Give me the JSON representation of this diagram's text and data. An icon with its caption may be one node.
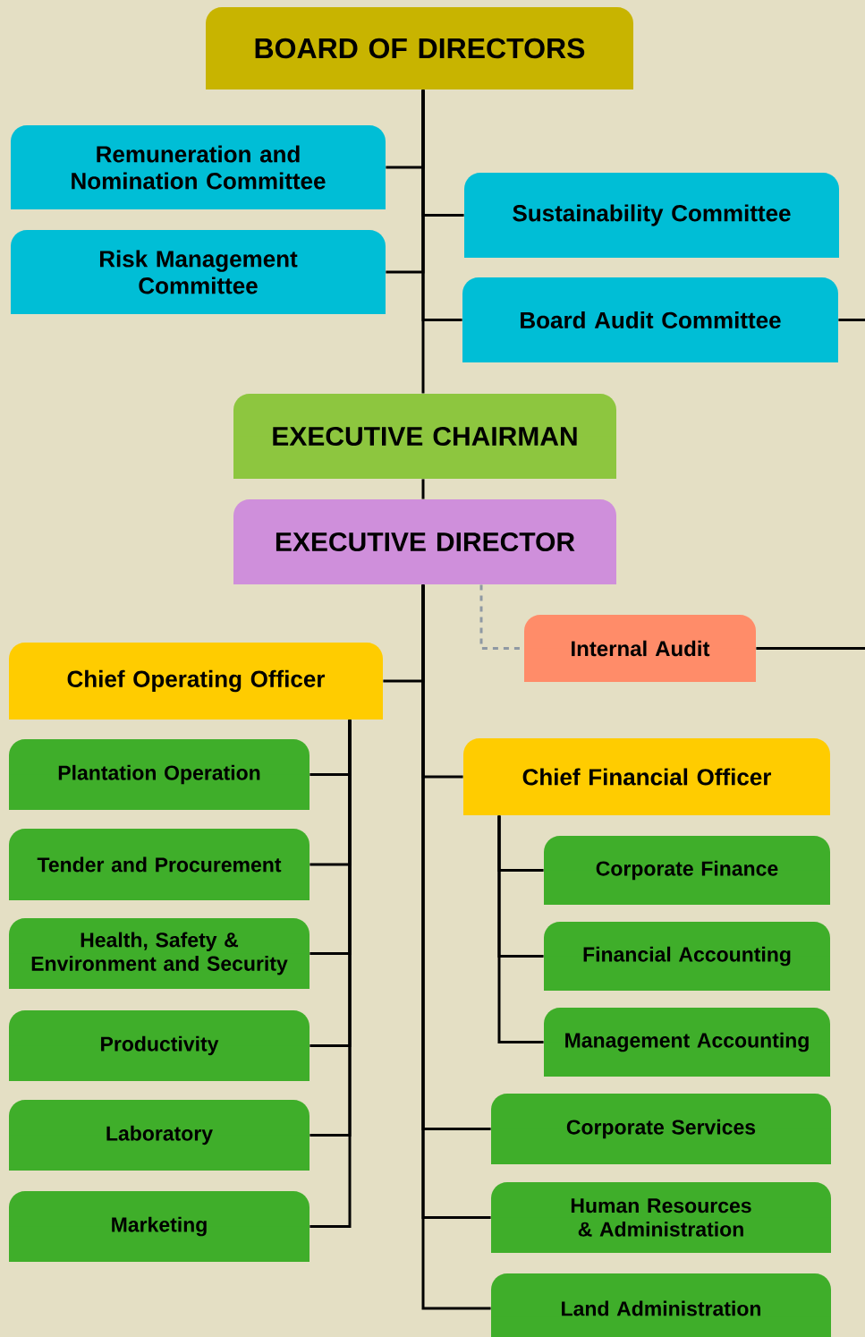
{
  "diagram": {
    "nodes": [
      {
        "text": [
          "BOARD OF DIRECTORS"
        ]
      },
      {
        "text": [
          "Remuneration and Nomination Committee"
        ]
      },
      {
        "text": [
          "Sustainability Committee"
        ]
      },
      {
        "text": [
          "Risk Management Committee"
        ]
      },
      {
        "text": [
          "Board Audit Committee"
        ]
      },
      {
        "text": [
          "EXECUTIVE CHAIRMAN"
        ]
      },
      {
        "text": [
          "EXECUTIVE DIRECTOR"
        ]
      },
      {
        "text": [
          "Internal Audit"
        ]
      },
      {
        "text": [
          "Chief Operating Officer"
        ]
      },
      {
        "text": [
          "Plantation Operation"
        ]
      },
      {
        "text": [
          "Tender and Procurement"
        ]
      },
      {
        "text": [
          "Health, Safety & Environment and Security"
        ]
      },
      {
        "text": [
          "Chief Financial Officer"
        ]
      },
      {
        "text": [
          "Productivity"
        ]
      },
      {
        "text": [
          "Corporate Finance"
        ]
      },
      {
        "text": [
          "Financial Accounting"
        ]
      },
      {
        "text": [
          "Laboratory"
        ]
      },
      {
        "text": [
          "Management Accounting"
        ]
      },
      {
        "text": [
          "Corporate Services"
        ]
      },
      {
        "text": [
          "Marketing"
        ]
      },
      {
        "text": [
          "Human Resources & Administration"
        ]
      },
      {
        "text": [
          "Land Administration"
        ]
      }
    ],
    "edges": [
      {
        "from": 0,
        "to": 1,
        "arrow": "none"
      },
      {
        "from": 0,
        "to": 2,
        "arrow": "none"
      },
      {
        "from": 0,
        "to": 3,
        "arrow": "none"
      },
      {
        "from": 0,
        "to": 4,
        "arrow": "none"
      },
      {
        "from": 0,
        "to": 5,
        "arrow": "none"
      },
      {
        "from": 4,
        "to": null,
        "arrow": "none"
      },
      {
        "from": 5,
        "to": 6,
        "arrow": "none"
      },
      {
        "from": 6,
        "to": 7,
        "arrow": "none",
        "style": "dashed",
        "color": "#8f99a3"
      },
      {
        "from": 7,
        "to": null,
        "arrow": "none"
      },
      {
        "from": 6,
        "to": 8,
        "arrow": "none"
      },
      {
        "from": 6,
        "to": 12,
        "arrow": "none"
      },
      {
        "from": 6,
        "to": 18,
        "arrow": "none"
      },
      {
        "from": 6,
        "to": 20,
        "arrow": "none"
      },
      {
        "from": 6,
        "to": 21,
        "arrow": "none"
      },
      {
        "from": 8,
        "to": 9,
        "arrow": "none"
      },
      {
        "from": 8,
        "to": 10,
        "arrow": "none"
      },
      {
        "from": 8,
        "to": 11,
        "arrow": "none"
      },
      {
        "from": 8,
        "to": 13,
        "arrow": "none"
      },
      {
        "from": 8,
        "to": 16,
        "arrow": "none"
      },
      {
        "from": 8,
        "to": 19,
        "arrow": "none"
      },
      {
        "from": 12,
        "to": 14,
        "arrow": "none"
      },
      {
        "from": 12,
        "to": 15,
        "arrow": "none"
      },
      {
        "from": 12,
        "to": 17,
        "arrow": "none"
      }
    ]
  }
}
